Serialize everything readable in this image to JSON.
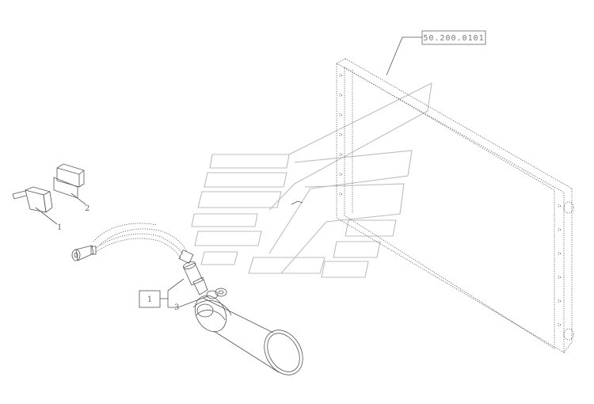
{
  "reference": {
    "code": "50.200.0101"
  },
  "kit_box": {
    "label": "1"
  },
  "callouts": [
    {
      "id": "callout-1",
      "label": "1"
    },
    {
      "id": "callout-2",
      "label": "2"
    },
    {
      "id": "callout-3",
      "label": "3"
    }
  ],
  "colors": {
    "line": "#555555",
    "watermark": "#bdbdbd",
    "background": "#ffffff"
  }
}
